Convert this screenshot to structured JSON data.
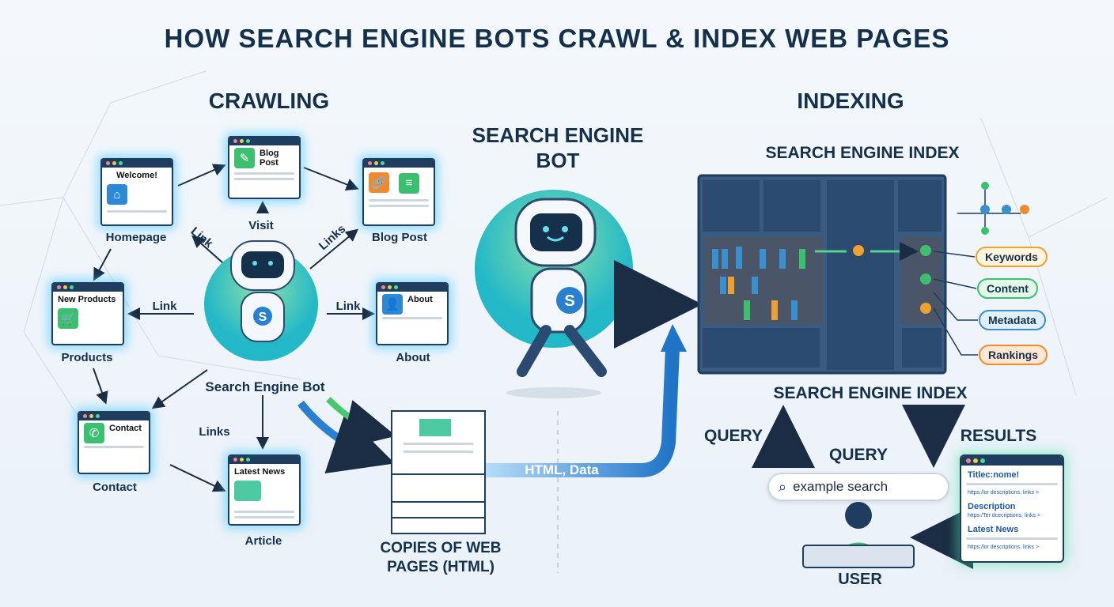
{
  "title": "HOW SEARCH ENGINE BOTS CRAWL & INDEX WEB PAGES",
  "crawling": {
    "heading": "CRAWLING",
    "bot_label": "Search Engine Bot",
    "pages": [
      {
        "card_title": "Welcome!",
        "label": "Homepage",
        "icon": "home-icon"
      },
      {
        "card_title": "Blog Post",
        "label": "",
        "icon": "edit-icon"
      },
      {
        "card_title": "",
        "label": "Blog Post",
        "icon": "link-icon"
      },
      {
        "card_title": "New Products",
        "label": "Products",
        "icon": "cart-icon"
      },
      {
        "card_title": "About",
        "label": "About",
        "icon": "user-icon"
      },
      {
        "card_title": "Contact",
        "label": "Contact",
        "icon": "phone-icon"
      },
      {
        "card_title": "Latest News",
        "label": "Article",
        "icon": "image-icon"
      }
    ],
    "edges": {
      "to_homepage": "Link",
      "visit": "Visit",
      "to_blog": "Links",
      "to_products": "Link",
      "to_about": "Link",
      "to_contact": "Links"
    }
  },
  "bot": {
    "heading_line1": "SEARCH ENGINE",
    "heading_line2": "BOT",
    "badge": "S"
  },
  "copies": {
    "line1": "COPIES OF WEB",
    "line2": "PAGES (HTML)",
    "arrow_label": "HTML, Data"
  },
  "indexing": {
    "heading": "INDEXING",
    "index_top": "SEARCH ENGINE INDEX",
    "index_bottom": "SEARCH ENGINE INDEX",
    "tags": [
      {
        "label": "Keywords",
        "color": "#f0a030"
      },
      {
        "label": "Content",
        "color": "#3cc070"
      },
      {
        "label": "Metadata",
        "color": "#3a8fd0"
      },
      {
        "label": "Rankings",
        "color": "#f08a30"
      }
    ]
  },
  "query": {
    "arrow_label": "QUERY",
    "box_label": "QUERY",
    "search_value": "example search",
    "user_label": "USER"
  },
  "results": {
    "arrow_label": "RESULTS",
    "items": [
      {
        "title": "Titlec:nome!",
        "url": "https:/lor descriptions, links >"
      },
      {
        "title": "Description",
        "url": "https:/Ter dcecriptions, links >"
      },
      {
        "title": "Latest News",
        "url": "https:/lor descriptions, links >"
      }
    ]
  }
}
